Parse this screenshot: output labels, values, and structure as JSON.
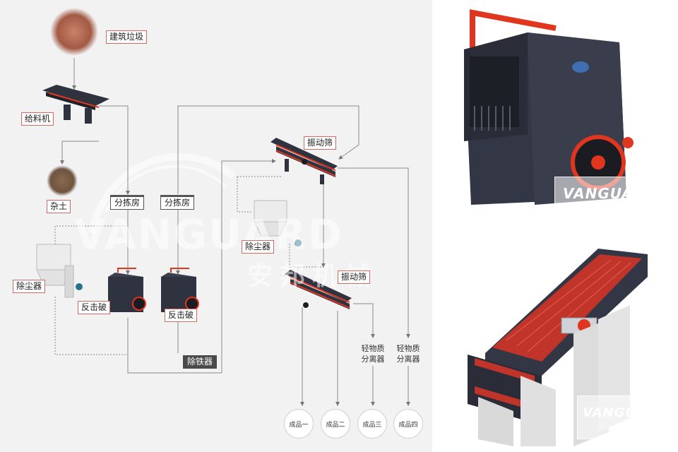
{
  "flow": {
    "source": "建筑垃圾",
    "feeder": "给料机",
    "soil": "杂土",
    "sorting_1": "分拣房",
    "sorting_2": "分拣房",
    "dust_1": "除尘器",
    "dust_2": "除尘器",
    "impact_1": "反击破",
    "impact_2": "反击破",
    "iron_remover": "除铁器",
    "screen_1": "振动筛",
    "screen_2": "振动筛",
    "light_sep_1": "轻物质\n分离器",
    "light_sep_2": "轻物质\n分离器",
    "products": [
      "成品一",
      "成品二",
      "成品三",
      "成品四"
    ]
  },
  "watermark": {
    "brand": "VANGUARD",
    "cn": "安邦机械"
  },
  "colors": {
    "machine_dark": "#2f3340",
    "accent_red": "#e0361f",
    "label_border": "#d36a62",
    "line": "#8a8a8a"
  }
}
